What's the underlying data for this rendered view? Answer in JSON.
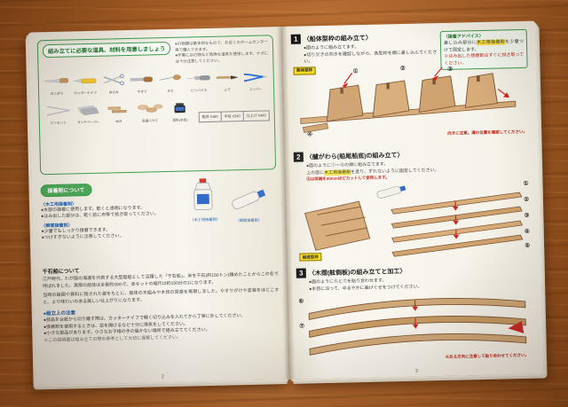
{
  "left": {
    "page_number": "2",
    "tools": {
      "title": "組み立てに必要な道具、材料を用意しましょう",
      "note1": "●刃物類は基本的なもので、お近くのホームセンター等で購入できます。",
      "note2": "●作業には刃物など危険な道具を使用します。ケガには十分注意してください。",
      "row1": [
        {
          "label": "のこぎり"
        },
        {
          "label": "カッターナイフ"
        },
        {
          "label": "はさみ"
        },
        {
          "label": "やすり"
        },
        {
          "label": "きり"
        },
        {
          "label": "ピンバイス"
        },
        {
          "label": "ふで"
        },
        {
          "label": "ニッパー"
        }
      ],
      "row2": [
        {
          "label": "ピンセット"
        },
        {
          "label": "サンドペーパー"
        },
        {
          "label": "木片"
        },
        {
          "label": "洗濯バサミ"
        },
        {
          "label": "塗料(水性)"
        }
      ],
      "grits": {
        "c1": "粗目 #180",
        "c2": "中目 #240",
        "c3": "仕上げ #400"
      }
    },
    "adhesive": {
      "heading": "接着剤について",
      "g1_label": "〈木工用接着剤〉",
      "g1_l1": "●木部の接着に使用します。乾くと透明になります。",
      "g1_l2": "●はみ出した部分は、乾く前に布等で拭き取ってください。",
      "g2_label": "〈瞬間接着剤〉",
      "g2_l1": "●少量でもしっかり接着できます。",
      "g2_l2": "●つけすぎないように注意してください。",
      "cap1": "〈木工用接着剤〉",
      "cap2": "〈瞬間接着剤〉"
    },
    "history": {
      "heading": "千石船について",
      "para1": "江戸時代、わが国の海運を代表する大型廻船として活躍した「千石船」。米を千石(約150トン)積めたことからこの名で呼ばれました。実際の船体は全長約30mで、本キットの縮尺は約150分の1になります。",
      "para2": "当時の絵図や資料に残された姿をもとに、船体の木組みや木目の質感を再現しました。やすりがけや塗装をほどこすと、より味わいのある美しい仕上がりになります。"
    },
    "cautions": {
      "heading": "●組立上の注意",
      "l1": "●部品を台紙から切り離す際は、カッターナイフで軽く切り込みを入れてから丁寧に外してください。",
      "l2": "●接着剤を使用するときは、窓を開けるなど十分に換気をしてください。",
      "l3": "●小さな部品があります。小さなお子様の手の届かない場所で組み立ててください。",
      "note": "※この説明書は組み立ての際の参考として大切に保管してください。"
    }
  },
  "right": {
    "page_number": "3",
    "step1": {
      "num": "1",
      "title": "〈船体型枠の組み立て〉",
      "l1": "●図のように組み立てます。",
      "l2": "●切り欠きの向きを確認しながら、各型枠を順に差し込んでください。",
      "advice_title": "〈接着アドバイス〉",
      "advice_pre": "差し込み部分に",
      "advice_hl": "木工用接着剤",
      "advice_post": "を少量つけて固定します。",
      "advice_note": "※はみ出した接着剤はすぐに拭き取ってください。",
      "tag": "船体型枠",
      "c1": "①",
      "c2": "②",
      "c3": "③",
      "c4": "④",
      "red_note": "向きに注意。溝の位置を確認してください。"
    },
    "step2": {
      "num": "2",
      "title": "〈艫がわら(船尾船底)の組み立て〉",
      "l1": "●図のように①〜⑤の順に組み立てます。",
      "l2_pre": "上の面に",
      "l2_hl": "木工用接着剤",
      "l2_post": "を塗り、ずれないように固定してください。",
      "red_note": "④は両端を20mmほどカットして使用します。",
      "tag": "船底型枠",
      "c1": "①",
      "c2": "②",
      "c3": "③",
      "c4": "④",
      "c5": "⑤"
    },
    "step3": {
      "num": "3",
      "title": "〈木摺(舷側板)の組み立てと加工〉",
      "l1": "●図のように⑥と⑦を貼り合わせます。",
      "l2": "●木目に沿って、ゆるやかに曲げぐせをつけてください。",
      "red_note": "※反る方向に注意して貼り合わせてください。",
      "c6": "⑥",
      "c7": "⑦"
    }
  }
}
